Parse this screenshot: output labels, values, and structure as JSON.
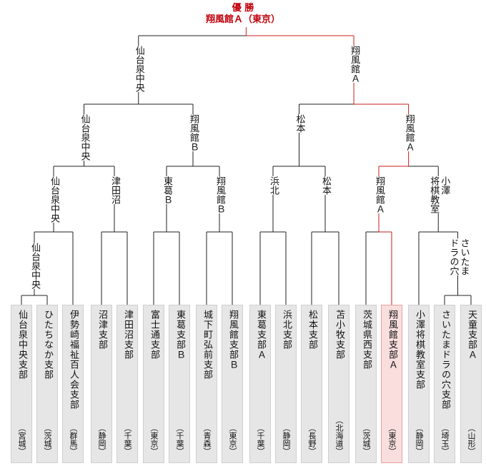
{
  "champion": {
    "title": "優 勝",
    "name": "翔風館Ａ（東京）"
  },
  "teams": [
    {
      "name": "仙台泉中央支部",
      "pref": "（宮城）"
    },
    {
      "name": "ひたちなか支部",
      "pref": "（茨城）"
    },
    {
      "name": "伊勢崎福祉百人会支部",
      "pref": "（群馬）"
    },
    {
      "name": "沼津支部",
      "pref": "（静岡）"
    },
    {
      "name": "津田沼支部",
      "pref": "（千葉）"
    },
    {
      "name": "富士通支部",
      "pref": "（東京）"
    },
    {
      "name": "東葛支部Ｂ",
      "pref": "（千葉）"
    },
    {
      "name": "城下町弘前支部",
      "pref": "（青森）"
    },
    {
      "name": "翔風館支部Ｂ",
      "pref": "（東京）"
    },
    {
      "name": "東葛支部Ａ",
      "pref": "（千葉）"
    },
    {
      "name": "浜北支部",
      "pref": "（静岡）"
    },
    {
      "name": "松本支部",
      "pref": "（長野）"
    },
    {
      "name": "苫小牧支部",
      "pref": "（北海道）"
    },
    {
      "name": "茨城県西支部",
      "pref": "（茨城）"
    },
    {
      "name": "翔風館支部Ａ",
      "pref": "（東京）",
      "champion": true
    },
    {
      "name": "小澤将棋教室支部",
      "pref": "（静岡）"
    },
    {
      "name": "さいたまドラの穴支部",
      "pref": "（埼玉）"
    },
    {
      "name": "天童支部Ａ",
      "pref": "（山形）"
    }
  ],
  "winners": {
    "qualifier": {
      "left": "仙台泉中央",
      "right": "さいたま\nドラの穴"
    },
    "round1": [
      "仙台泉中央",
      "津田沼",
      "東葛Ｂ",
      "翔風館Ｂ",
      "浜北",
      "松本",
      "翔風館Ａ",
      "小澤\n将棋教室"
    ],
    "round2": [
      "仙台泉中央",
      "翔風館Ｂ",
      "松本",
      "翔風館Ａ"
    ],
    "semifinal": [
      "仙台泉中央",
      "翔風館Ａ"
    ]
  },
  "colors": {
    "winner_line": "#c81e1e",
    "line": "#222222",
    "box": "#e6e6e6",
    "box_winner": "#f9dede"
  }
}
